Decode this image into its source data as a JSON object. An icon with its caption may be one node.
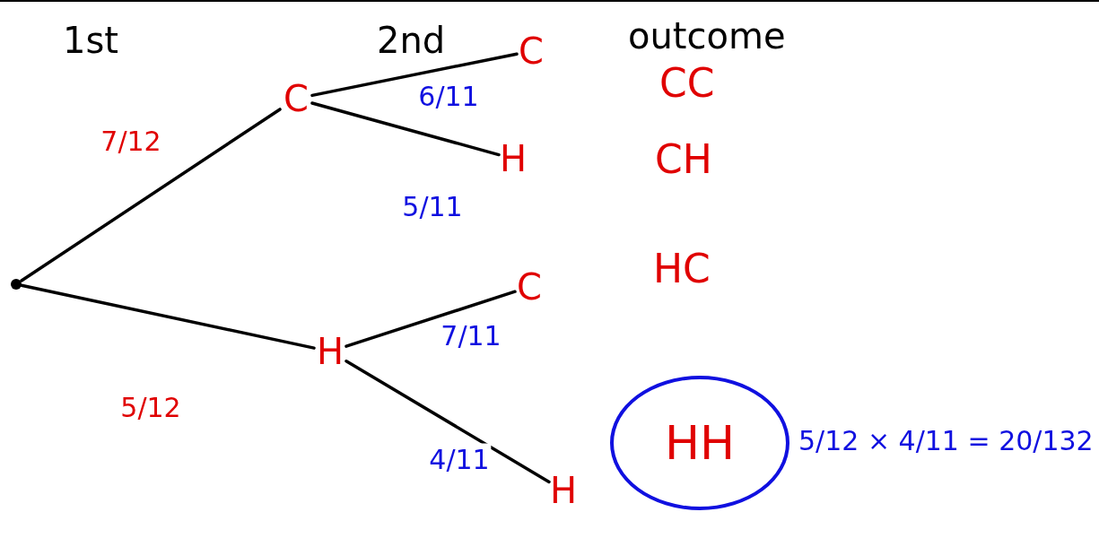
{
  "diagram": {
    "nodes": [
      {
        "text": [],
        "shape": "circle"
      },
      {
        "text": [
          "C"
        ]
      },
      {
        "text": [
          "H"
        ]
      },
      {
        "text": [
          "C"
        ]
      },
      {
        "text": [
          "H"
        ]
      },
      {
        "text": [
          "C"
        ]
      },
      {
        "text": [
          "H"
        ]
      },
      {
        "text": [
          "HH"
        ]
      }
    ],
    "edges": [
      {
        "from": 0,
        "to": 1,
        "arrow": "none",
        "label": "7/12"
      },
      {
        "from": 0,
        "to": 2,
        "arrow": "none",
        "label": "5/12"
      },
      {
        "from": 1,
        "to": 3,
        "arrow": "none",
        "label": "6/11"
      },
      {
        "from": 1,
        "to": 4,
        "arrow": "none",
        "label": "5/11"
      },
      {
        "from": 2,
        "to": 5,
        "arrow": "none",
        "label": "7/11"
      },
      {
        "from": 2,
        "to": 6,
        "arrow": "none",
        "label": "4/11"
      }
    ],
    "labels": [
      "1st",
      "2nd",
      "outcome",
      "CC",
      "CH",
      "HC",
      "5/12 × 4/11 = 20/132"
    ]
  }
}
